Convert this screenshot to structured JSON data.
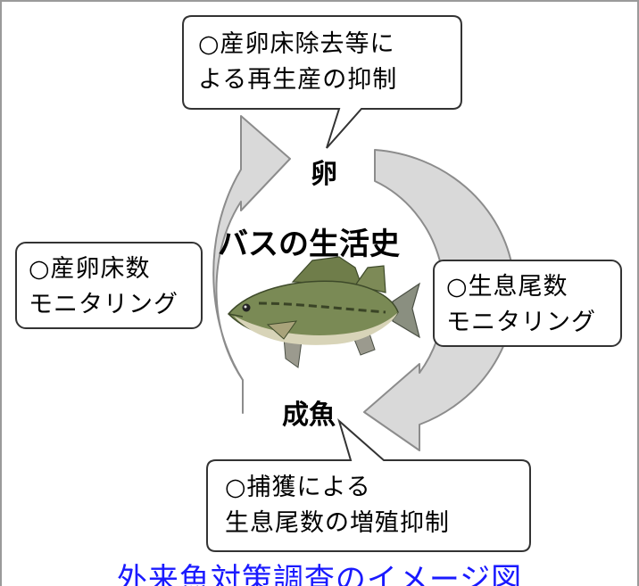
{
  "bubbles": {
    "top": {
      "line1": "○産卵床除去等に",
      "line2": "よる再生産の抑制"
    },
    "left": {
      "line1": "○産卵床数",
      "line2": "モニタリング"
    },
    "right": {
      "line1": "○生息尾数",
      "line2": "モニタリング"
    },
    "bottom": {
      "line1": "○捕獲による",
      "line2": "生息尾数の増殖抑制"
    }
  },
  "center_title": "バスの生活史",
  "stages": {
    "egg": "卵",
    "adult": "成魚"
  },
  "caption": "外来魚対策調査のイメージ図",
  "colors": {
    "arrow_fill": "#d9d9d9",
    "arrow_stroke": "#8c8c8c",
    "bubble_border": "#333333",
    "caption_color": "#1a1aff",
    "fish_body": "#7a8a55"
  },
  "icons": [
    "fish-illustration"
  ]
}
